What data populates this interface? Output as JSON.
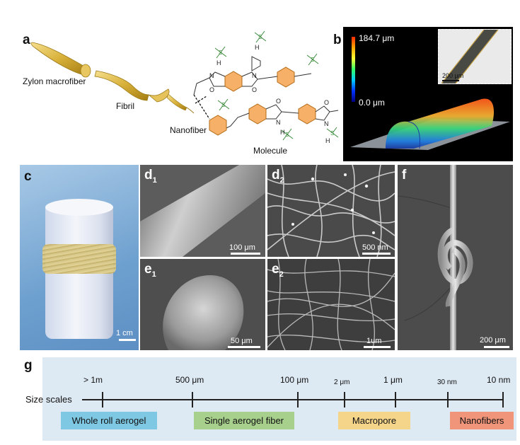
{
  "panel_a": {
    "label": "a",
    "macrofiber": "Zylon macrofiber",
    "fibril": "Fibril",
    "nanofiber": "Nanofiber",
    "molecule": "Molecule",
    "atoms": {
      "n": "N",
      "o": "O",
      "h": "H",
      "s": "S"
    }
  },
  "panel_b": {
    "label": "b",
    "colorbar_max": "184.7 μm",
    "colorbar_min": "0.0 μm",
    "inset_scale": "200 μm"
  },
  "panel_c": {
    "label": "c",
    "scale": "1 cm"
  },
  "panel_d1": {
    "label": "d",
    "sub": "1",
    "scale": "100 μm"
  },
  "panel_d2": {
    "label": "d",
    "sub": "2",
    "scale": "500 nm"
  },
  "panel_e1": {
    "label": "e",
    "sub": "1",
    "scale": "50 μm"
  },
  "panel_e2": {
    "label": "e",
    "sub": "2",
    "scale": "1um"
  },
  "panel_f": {
    "label": "f",
    "scale": "200 μm"
  },
  "panel_g": {
    "label": "g",
    "axis_label": "Size scales",
    "ticks": [
      "> 1m",
      "500 μm",
      "100 μm",
      "2 μm",
      "1 μm",
      "30 nm",
      "10 nm"
    ],
    "categories": [
      {
        "text": "Whole roll aerogel",
        "color": "#7ec8e3"
      },
      {
        "text": "Single aerogel fiber",
        "color": "#a8d08d"
      },
      {
        "text": "Macropore",
        "color": "#f5d58a"
      },
      {
        "text": "Nanofibers",
        "color": "#f0957a"
      }
    ],
    "background": "#dde9f3"
  }
}
